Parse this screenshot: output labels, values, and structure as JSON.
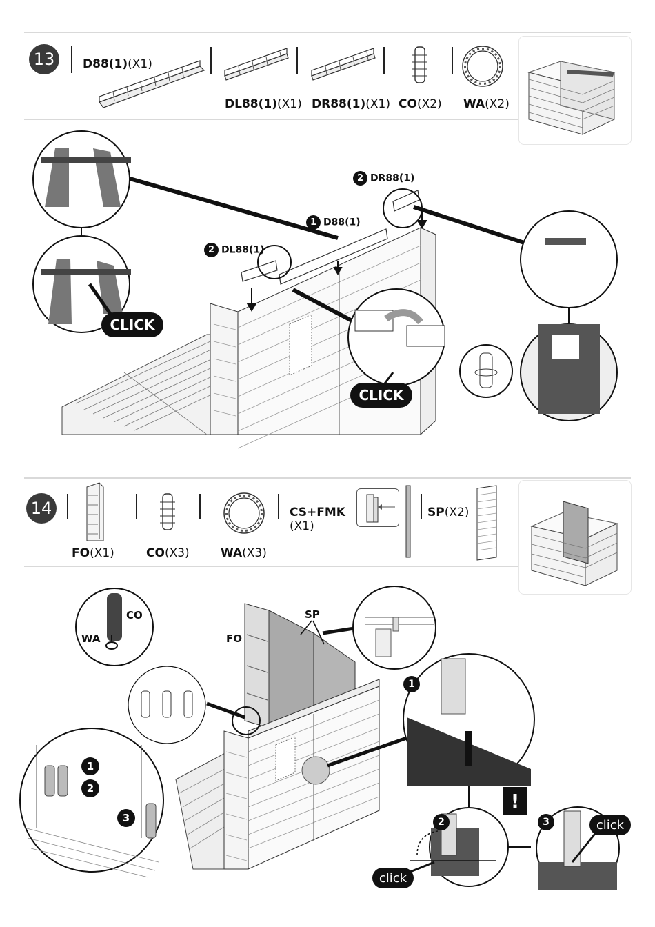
{
  "step13": {
    "number": "13",
    "parts": [
      {
        "code": "D88(1)",
        "qty": "(X1)"
      },
      {
        "code": "DL88(1)",
        "qty": "(X1)"
      },
      {
        "code": "DR88(1)",
        "qty": "(X1)"
      },
      {
        "code": "CO",
        "qty": "(X2)"
      },
      {
        "code": "WA",
        "qty": "(X2)"
      }
    ],
    "callouts": [
      {
        "n": "1",
        "label": "D88(1)"
      },
      {
        "n": "2",
        "label": "DL88(1)"
      },
      {
        "n": "2",
        "label": "DR88(1)"
      }
    ],
    "click_labels": [
      "CLICK",
      "CLICK"
    ]
  },
  "step14": {
    "number": "14",
    "parts": [
      {
        "code": "FO",
        "qty": "(X1)"
      },
      {
        "code": "CO",
        "qty": "(X3)"
      },
      {
        "code": "WA",
        "qty": "(X3)"
      },
      {
        "code": "CS+FMK",
        "qty": "(X1)"
      },
      {
        "code": "SP",
        "qty": "(X2)"
      }
    ],
    "labels": {
      "co": "CO",
      "wa": "WA",
      "fo": "FO",
      "sp": "SP"
    },
    "detail_numbers": [
      "1",
      "2",
      "3"
    ],
    "warning": "!",
    "click_labels": [
      "click",
      "click"
    ]
  }
}
